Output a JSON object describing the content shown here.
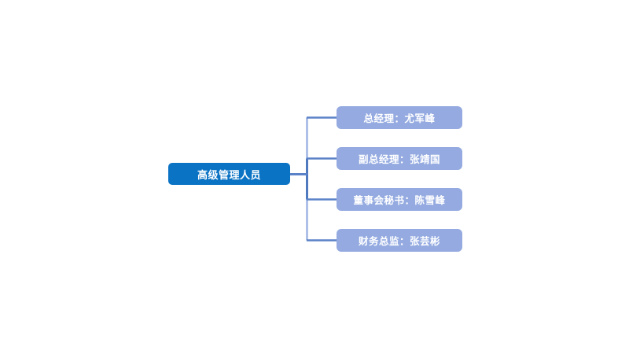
{
  "diagram": {
    "type": "org-chart",
    "orientation": "left-to-right",
    "background_color": "#ffffff",
    "root": {
      "label": "高级管理人员",
      "fill_color": "#0B73C4",
      "text_color": "#ffffff"
    },
    "children": [
      {
        "label": "总经理：尤军峰",
        "title": "总经理",
        "name": "尤军峰",
        "fill_color": "#94AAE0",
        "text_color": "#ffffff"
      },
      {
        "label": "副总经理：张靖国",
        "title": "副总经理",
        "name": "张靖国",
        "fill_color": "#94AAE0",
        "text_color": "#ffffff"
      },
      {
        "label": "董事会秘书：陈雪峰",
        "title": "董事会秘书",
        "name": "陈雪峰",
        "fill_color": "#94AAE0",
        "text_color": "#ffffff"
      },
      {
        "label": "财务总监：张芸彬",
        "title": "财务总监",
        "name": "张芸彬",
        "fill_color": "#94AAE0",
        "text_color": "#ffffff"
      }
    ],
    "connectors": {
      "spine_color": "#AEC0E8",
      "branch_color": "#5B82C8",
      "stub_color": "#5B82C8"
    }
  }
}
